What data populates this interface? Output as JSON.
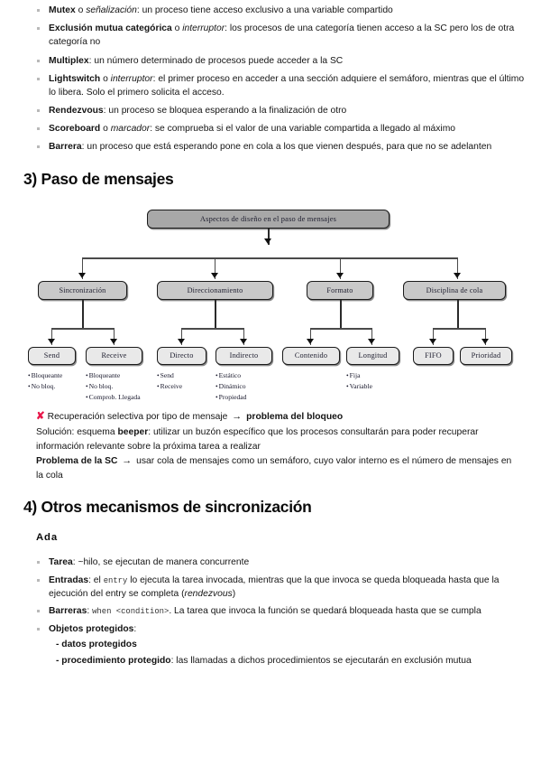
{
  "semaphore_patterns": {
    "items": [
      {
        "term": "Mutex",
        "alt": "señalización",
        "sep": " o ",
        "rest": ": un proceso tiene acceso exclusivo a una variable compartido"
      },
      {
        "term": "Exclusión mutua categórica",
        "alt": "interruptor",
        "sep": " o ",
        "rest": ": los procesos de una categoría tienen acceso a la SC pero los de otra categoría no"
      },
      {
        "term": "Multiplex",
        "alt": "",
        "sep": "",
        "rest": ": un número determinado de procesos puede acceder a la SC"
      },
      {
        "term": "Lightswitch",
        "alt": "interruptor",
        "sep": " o ",
        "rest": ": el primer proceso en acceder a una sección adquiere el semáforo, mientras que el último lo libera. Solo el primero solicita el acceso."
      },
      {
        "term": "Rendezvous",
        "alt": "",
        "sep": "",
        "rest": ": un proceso se bloquea esperando a la finalización de otro"
      },
      {
        "term": "Scoreboard",
        "alt": "marcador",
        "sep": " o ",
        "rest": ": se comprueba si el valor de una variable compartida a llegado al máximo"
      },
      {
        "term": "Barrera",
        "alt": "",
        "sep": "",
        "rest": ": un proceso que está esperando pone en cola a los que vienen después, para que no se adelanten"
      }
    ]
  },
  "section_messages": {
    "heading": "3) Paso de mensajes",
    "diagram": {
      "root": "Aspectos de diseño en el paso de mensajes",
      "level2": [
        "Sincronización",
        "Direccionamiento",
        "Formato",
        "Disciplina de cola"
      ],
      "leaves": [
        "Send",
        "Receive",
        "Directo",
        "Indirecto",
        "Contenido",
        "Longitud",
        "FIFO",
        "Prioridad"
      ],
      "sublists": [
        [
          "Bloqueante",
          "No bloq."
        ],
        [
          "Bloqueante",
          "No bloq.",
          "Comprob. Llegada"
        ],
        [
          "Send",
          "Receive"
        ],
        [
          "Estático",
          "Dinámico",
          "Propiedad"
        ],
        [],
        [
          "Fija",
          "Variable"
        ],
        [],
        []
      ]
    },
    "notes": {
      "x_icon": "✘",
      "line1_a": "Recuperación selectiva por tipo de mensaje ",
      "line1_arrow": "→",
      "line1_b": "problema del bloqueo",
      "line2_a": "Solución: esquema ",
      "line2_bold": "beeper",
      "line2_b": ": utilizar un buzón específico que los procesos consultarán para poder recuperar información relevante sobre la próxima tarea a realizar",
      "line3_bold": "Problema de la SC",
      "line3_arrow": "→",
      "line3_rest": "usar cola de mensajes como un semáforo, cuyo valor interno es el número de mensajes en la cola"
    }
  },
  "section_other": {
    "heading": "4) Otros mecanismos de sincronización",
    "subheading": "Ada",
    "items": [
      {
        "term": "Tarea",
        "rest": ": ~hilo, se ejecutan de manera concurrente"
      },
      {
        "term": "Entradas",
        "pre": ": el ",
        "code": "entry",
        "rest": " lo ejecuta la tarea invocada, mientras que la que invoca se queda bloqueada hasta que la ejecución del entry se completa (",
        "italic": "rendezvous",
        "post": ")"
      },
      {
        "term": "Barreras",
        "pre": ": ",
        "code": "when <condition>",
        "rest": ". La tarea que invoca la función se quedará bloqueada hasta que se cumpla"
      },
      {
        "term": "Objetos protegidos",
        "rest": ":"
      }
    ],
    "protected": {
      "line1": "- datos protegidos",
      "line2_bold": "- procedimiento protegido",
      "line2_rest": ": las llamadas a dichos procedimientos se ejecutarán en exclusión mutua"
    }
  },
  "colors": {
    "x_mark": "#e8174a",
    "node_root": "#a8a8a8",
    "node_level2": "#c9c9c9",
    "node_leaf": "#e9e9e9",
    "bullet": "#b9b9b9"
  }
}
